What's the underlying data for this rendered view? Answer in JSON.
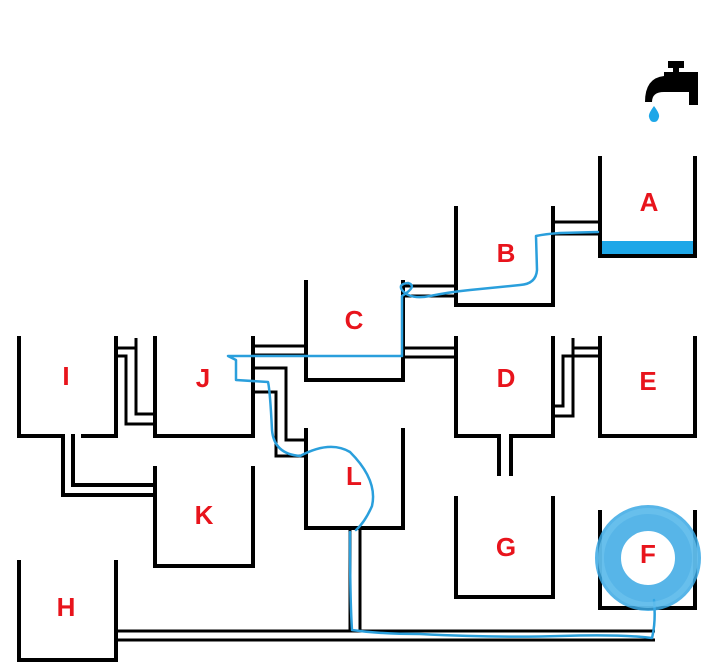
{
  "containers": [
    {
      "id": "A",
      "label": "A"
    },
    {
      "id": "B",
      "label": "B"
    },
    {
      "id": "C",
      "label": "C"
    },
    {
      "id": "D",
      "label": "D"
    },
    {
      "id": "E",
      "label": "E"
    },
    {
      "id": "F",
      "label": "F"
    },
    {
      "id": "G",
      "label": "G"
    },
    {
      "id": "H",
      "label": "H"
    },
    {
      "id": "I",
      "label": "I"
    },
    {
      "id": "J",
      "label": "J"
    },
    {
      "id": "K",
      "label": "K"
    },
    {
      "id": "L",
      "label": "L"
    }
  ],
  "colors": {
    "label": "#e8141c",
    "water": "#1ea7e8",
    "trace": "#2a9fdc",
    "highlight": "#3aa8e4",
    "ink": "#000000"
  },
  "icons": {
    "tap": "faucet-icon",
    "drop": "water-drop-icon"
  }
}
